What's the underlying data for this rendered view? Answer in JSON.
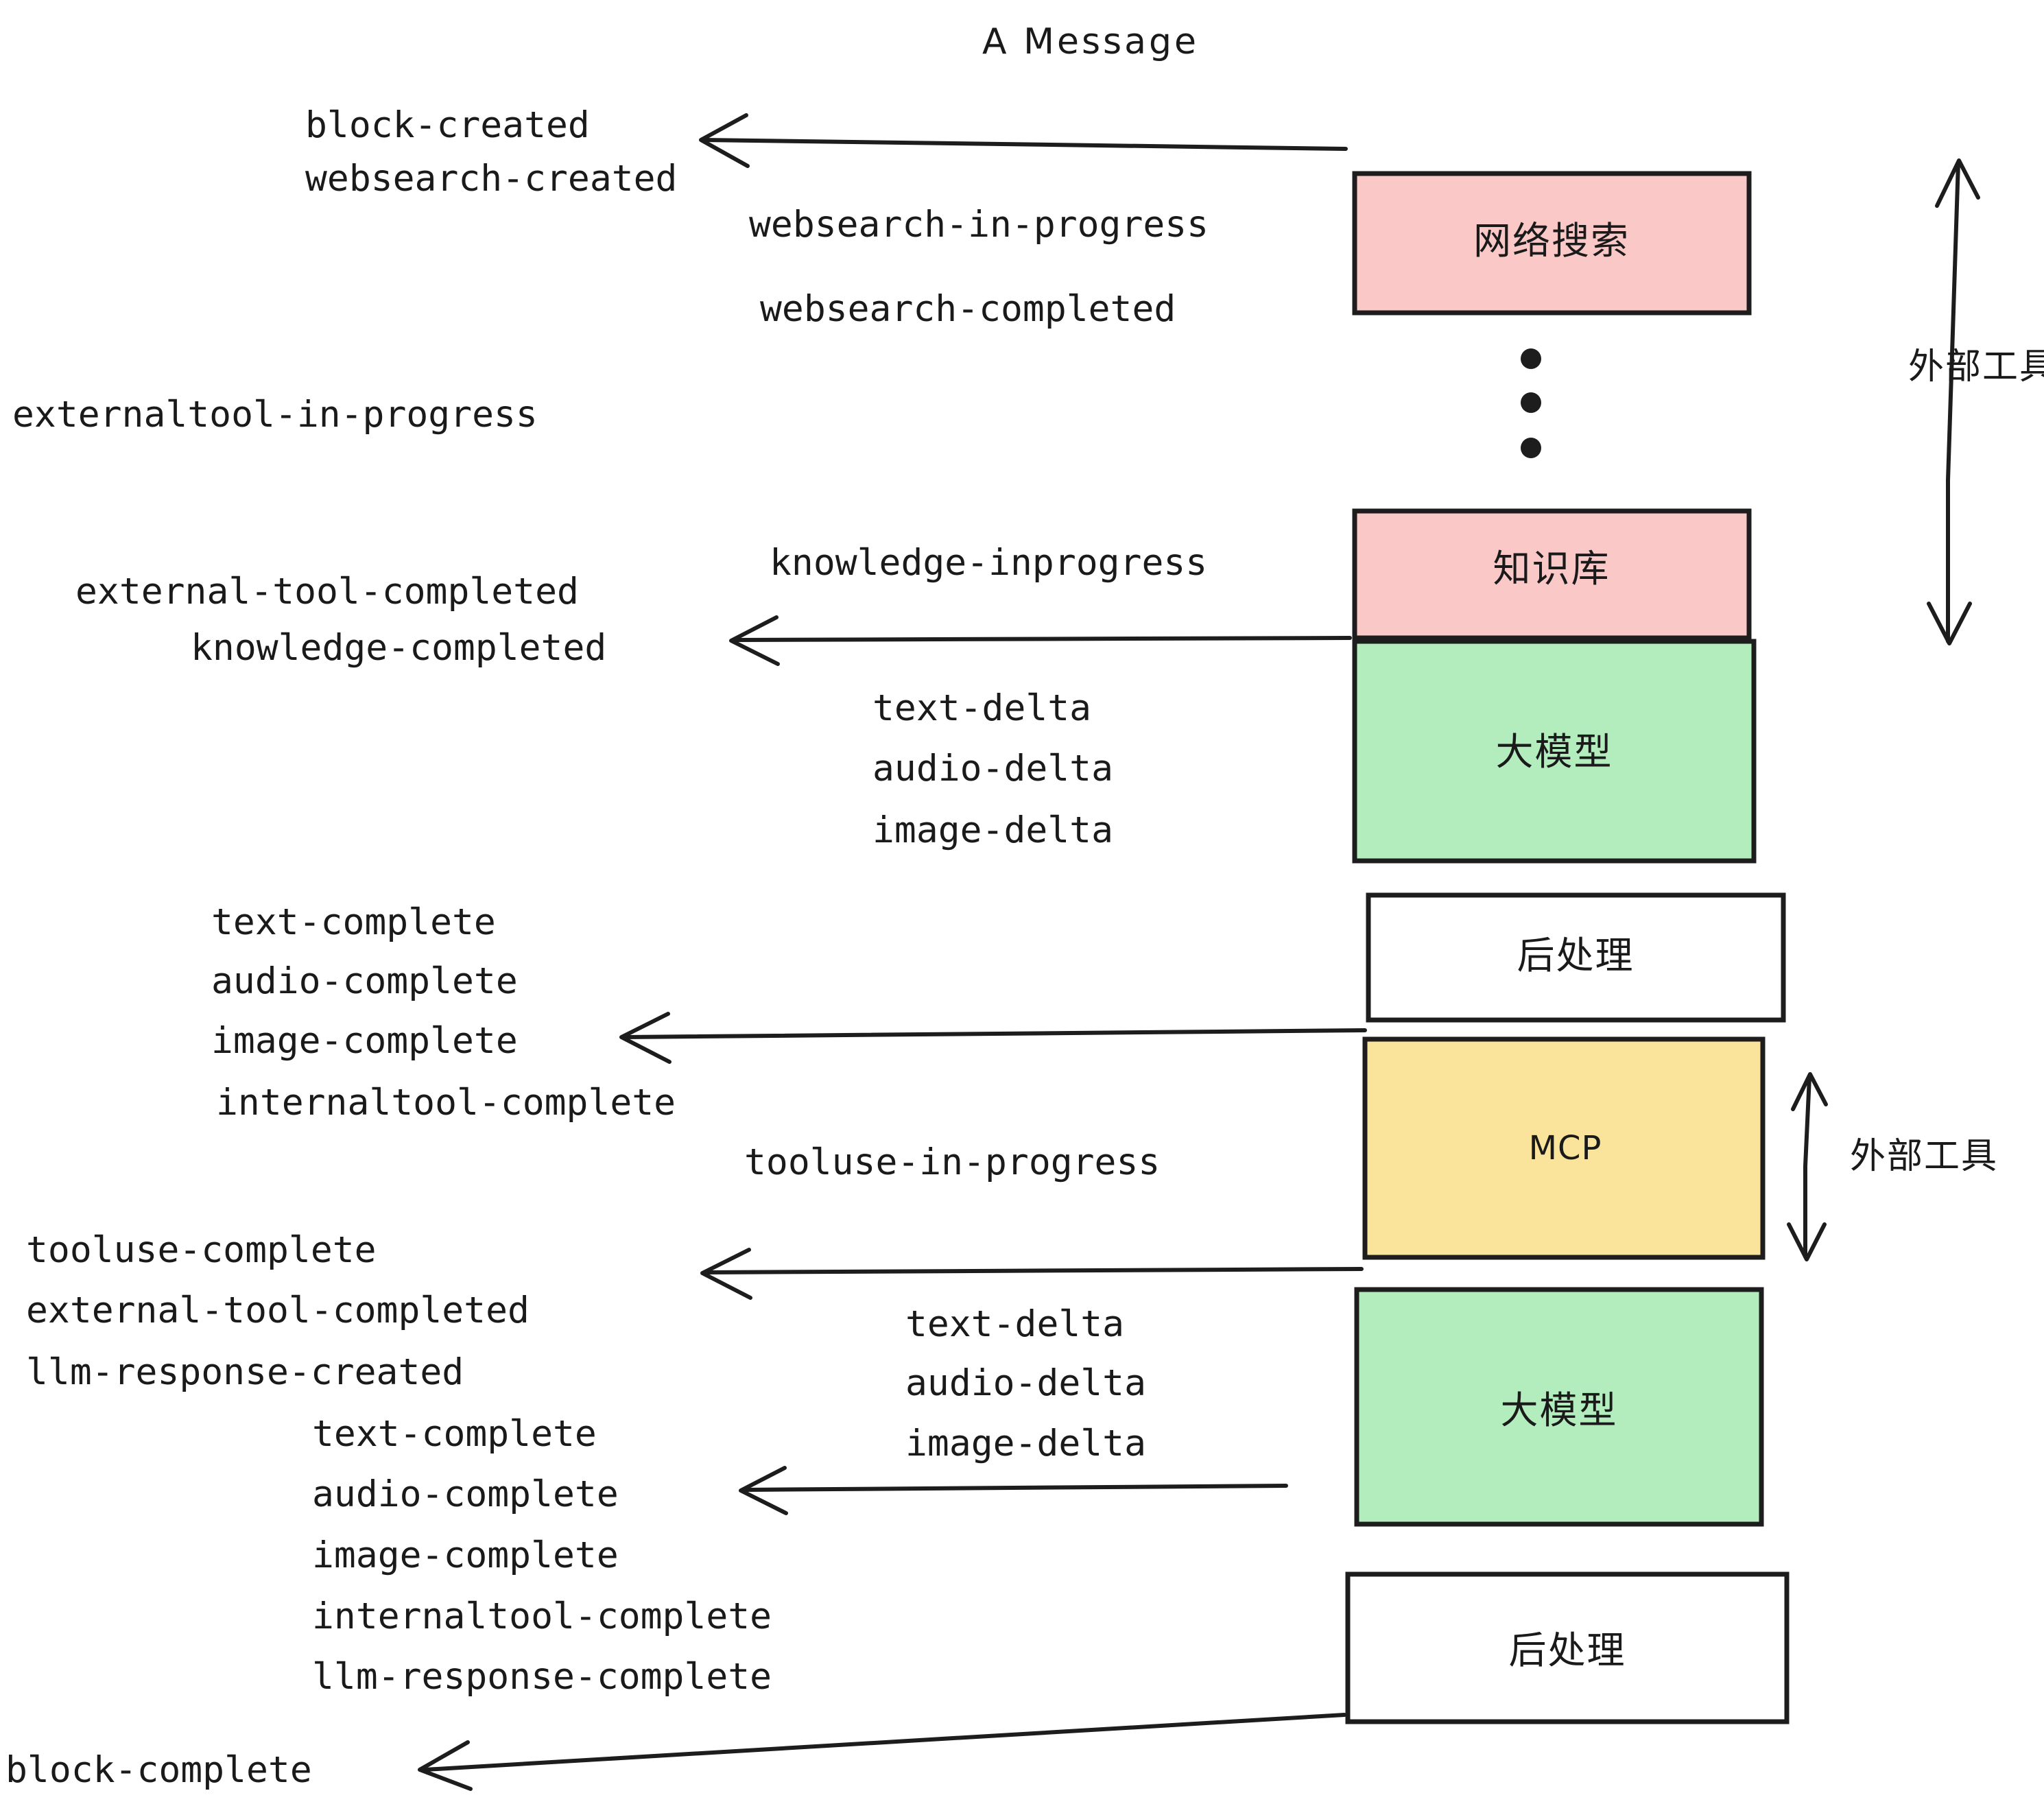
{
  "title": "A Message",
  "colors": {
    "pink": "#FBC8C8",
    "green": "#B3EDBE",
    "yellow": "#FAE39A",
    "white": "#FFFFFF",
    "stroke": "#1D1D1D",
    "text": "#1A1A1A",
    "background": "#FFFFFF"
  },
  "nodes": [
    {
      "id": "websearch",
      "label": "网络搜索",
      "fill": "pink"
    },
    {
      "id": "knowledge",
      "label": "知识库",
      "fill": "pink"
    },
    {
      "id": "llm-top",
      "label": "大模型",
      "fill": "green"
    },
    {
      "id": "postprocess-top",
      "label": "后处理",
      "fill": "white"
    },
    {
      "id": "mcp",
      "label": "MCP",
      "fill": "yellow"
    },
    {
      "id": "llm-bottom",
      "label": "大模型",
      "fill": "green"
    },
    {
      "id": "postprocess-bottom",
      "label": "后处理",
      "fill": "white"
    }
  ],
  "side_labels": [
    {
      "id": "external-tool-top",
      "label": "外部工具"
    },
    {
      "id": "external-tool-bottom",
      "label": "外部工具"
    }
  ],
  "events": {
    "block_created": "block-created",
    "websearch_created": "websearch-created",
    "websearch_in_progress": "websearch-in-progress",
    "websearch_completed": "websearch-completed",
    "externaltool_in_progress": "externaltool-in-progress",
    "knowledge_inprogress": "knowledge-inprogress",
    "external_tool_completed_1": "external-tool-completed",
    "knowledge_completed": "knowledge-completed",
    "text_delta_1": "text-delta",
    "audio_delta_1": "audio-delta",
    "image_delta_1": "image-delta",
    "text_complete_1": "text-complete",
    "audio_complete_1": "audio-complete",
    "image_complete_1": "image-complete",
    "internaltool_complete_1": "internaltool-complete",
    "tooluse_in_progress": "tooluse-in-progress",
    "tooluse_complete": "tooluse-complete",
    "external_tool_completed_2": "external-tool-completed",
    "llm_response_created": "llm-response-created",
    "text_delta_2": "text-delta",
    "audio_delta_2": "audio-delta",
    "image_delta_2": "image-delta",
    "text_complete_2": "text-complete",
    "audio_complete_2": "audio-complete",
    "image_complete_2": "image-complete",
    "internaltool_complete_2": "internaltool-complete",
    "llm_response_complete": "llm-response-complete",
    "block_complete": "block-complete"
  },
  "ellipsis": "⋮"
}
